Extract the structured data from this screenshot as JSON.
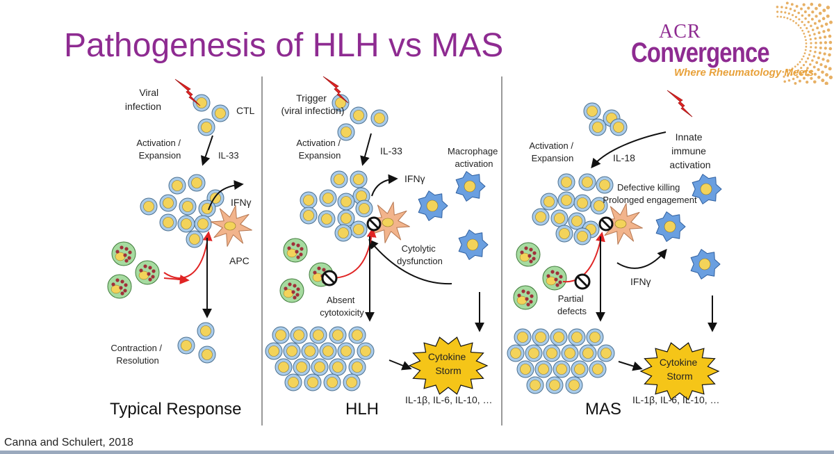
{
  "title": "Pathogenesis of HLH vs MAS",
  "logo": {
    "acr": "ACR",
    "name": "Convergence",
    "tagline": "Where Rheumatology Meets"
  },
  "panels": {
    "typical": {
      "viral_infection": [
        "Viral",
        "infection"
      ],
      "ctl": "CTL",
      "activation": [
        "Activation /",
        "Expansion"
      ],
      "cytokine_in": "IL-33",
      "ifn": "IFNγ",
      "apc": "APC",
      "contraction": [
        "Contraction /",
        "Resolution"
      ],
      "caption": "Typical Response"
    },
    "hlh": {
      "trigger": [
        "Trigger",
        "(viral infection)"
      ],
      "activation": [
        "Activation /",
        "Expansion"
      ],
      "cytokine_in": "IL-33",
      "macrophage": [
        "Macrophage",
        "activation"
      ],
      "ifn": "IFNγ",
      "cytolytic": [
        "Cytolytic",
        "dysfunction"
      ],
      "absent": [
        "Absent",
        "cytotoxicity"
      ],
      "storm": [
        "Cytokine",
        "Storm"
      ],
      "cytokines": "IL-1β, IL-6, IL-10, …",
      "caption": "HLH"
    },
    "mas": {
      "innate": [
        "Innate",
        "immune",
        "activation"
      ],
      "activation": [
        "Activation /",
        "Expansion"
      ],
      "cytokine_in": "IL-18",
      "defective": [
        "Defective killing",
        "Prolonged engagement"
      ],
      "ifn": "IFNγ",
      "partial": [
        "Partial",
        "defects"
      ],
      "storm": [
        "Cytokine",
        "Storm"
      ],
      "cytokines": "IL-1β, IL-6, IL-10, …",
      "caption": "MAS"
    }
  },
  "citation": "Canna and Schulert, 2018",
  "colors": {
    "title": "#8e2b91",
    "cell_fill": "#a9cbe9",
    "cell_nucleus": "#f3d35a",
    "macrophage": "#6a9fe0",
    "apc": "#f2b48c",
    "granule_cell": "#a6dba0",
    "granule": "#a0303a",
    "storm": "#f5c518",
    "lightning": "#e02424",
    "inhibit": "#111111"
  }
}
